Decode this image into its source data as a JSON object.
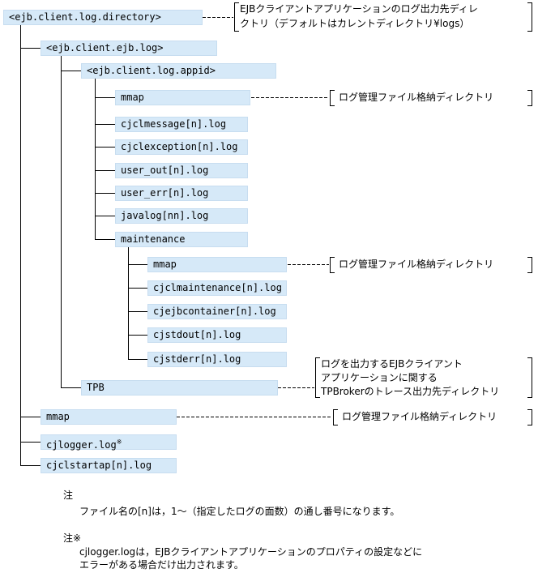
{
  "nodes": {
    "log_directory": "<ejb.client.log.directory>",
    "ejb_log": "<ejb.client.ejb.log>",
    "appid": "<ejb.client.log.appid>",
    "appid_mmap": "mmap",
    "cjclmessage": "cjclmessage[n].log",
    "cjclexception": "cjclexception[n].log",
    "user_out": "user_out[n].log",
    "user_err": "user_err[n].log",
    "javalog": "javalog[nn].log",
    "maintenance": "maintenance",
    "maint_mmap": "mmap",
    "cjclmaintenance": "cjclmaintenance[n].log",
    "cjejbcontainer": "cjejbcontainer[n].log",
    "cjstdout": "cjstdout[n].log",
    "cjstderr": "cjstderr[n].log",
    "tpb": "TPB",
    "log_mmap": "mmap",
    "cjlogger": "cjlogger.log",
    "cjlogger_mark": "※",
    "cjclstartap": "cjclstartap[n].log"
  },
  "notes": {
    "log_directory_line1": "EJBクライアントアプリケーションのログ出力先ディレ",
    "log_directory_line2": "クトリ（デフォルトはカレントディレクトリ¥logs）",
    "mmap_note_1": "ログ管理ファイル格納ディレクトリ",
    "mmap_note_2": "ログ管理ファイル格納ディレクトリ",
    "mmap_note_3": "ログ管理ファイル格納ディレクトリ",
    "tpb_line1": "ログを出力するEJBクライアント",
    "tpb_line2": "アプリケーションに関する",
    "tpb_line3": "TPBrokerのトレース出力先ディレクトリ"
  },
  "footnotes": {
    "note1_title": "注",
    "note1_text": "ファイル名の[n]は，1〜（指定したログの面数）の通し番号になります。",
    "note2_title": "注※",
    "note2_line1": "cjlogger.logは，EJBクライアントアプリケーションのプロパティの設定などに",
    "note2_line2": "エラーがある場合だけ出力されます。"
  },
  "colors": {
    "node_fill": "#d6e9f8",
    "line": "#000000"
  }
}
